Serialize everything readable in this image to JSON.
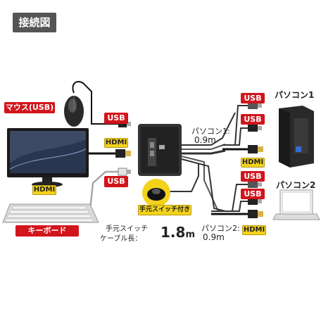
{
  "header": {
    "title": "接続図"
  },
  "labels": {
    "mouse": "マウス(USB)",
    "keyboard": "キーボード(USB)",
    "usb": "USB",
    "hdmi": "HDMI",
    "pc1": "パソコン1",
    "pc2": "パソコン2",
    "pc1_cable": "パソコン1:",
    "pc1_len": "0.9m",
    "pc2_cable": "パソコン2:",
    "pc2_len": "0.9m",
    "remote": "手元スイッチ付き",
    "remote_cable_1": "手元スイッチ",
    "remote_cable_2": "ケーブル長：",
    "remote_len_value": "1.8",
    "remote_len_unit": "m"
  }
}
